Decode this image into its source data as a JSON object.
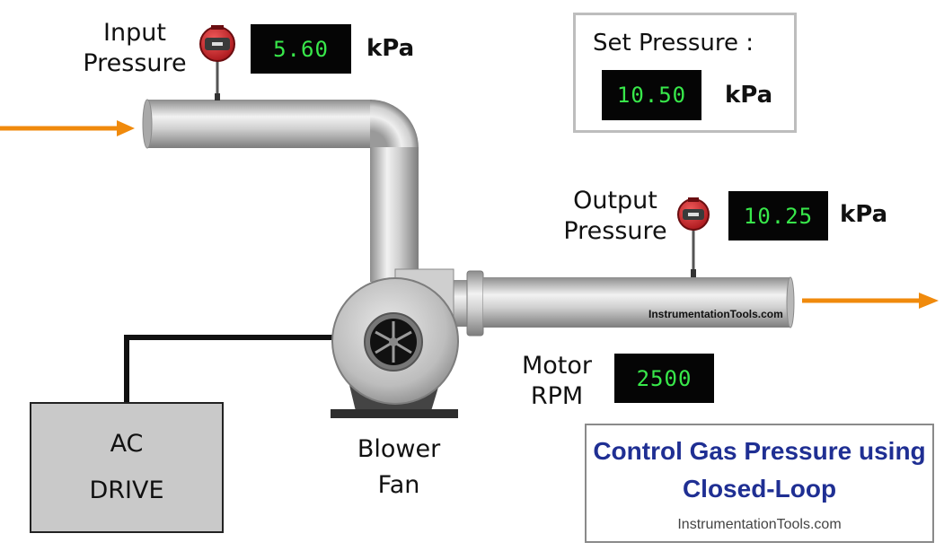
{
  "input_pressure": {
    "label_line1": "Input",
    "label_line2": "Pressure",
    "value": "5.60",
    "unit": "kPa"
  },
  "set_pressure": {
    "label": "Set Pressure :",
    "value": "10.50",
    "unit": "kPa"
  },
  "output_pressure": {
    "label_line1": "Output",
    "label_line2": "Pressure",
    "value": "10.25",
    "unit": "kPa"
  },
  "motor_rpm": {
    "label_line1": "Motor",
    "label_line2": "RPM",
    "value": "2500"
  },
  "blower": {
    "label_line1": "Blower",
    "label_line2": "Fan"
  },
  "ac_drive": {
    "label_line1": "AC",
    "label_line2": "DRIVE"
  },
  "title_box": {
    "line1": "Control Gas Pressure using",
    "line2": "Closed-Loop",
    "credit": "InstrumentationTools.com"
  },
  "pipe_watermark": "InstrumentationTools.com",
  "colors": {
    "flow_arrow": "#f08a0c",
    "display_text": "#38e84a",
    "title_text": "#1f2f93",
    "transmitter": "#d9242a"
  }
}
